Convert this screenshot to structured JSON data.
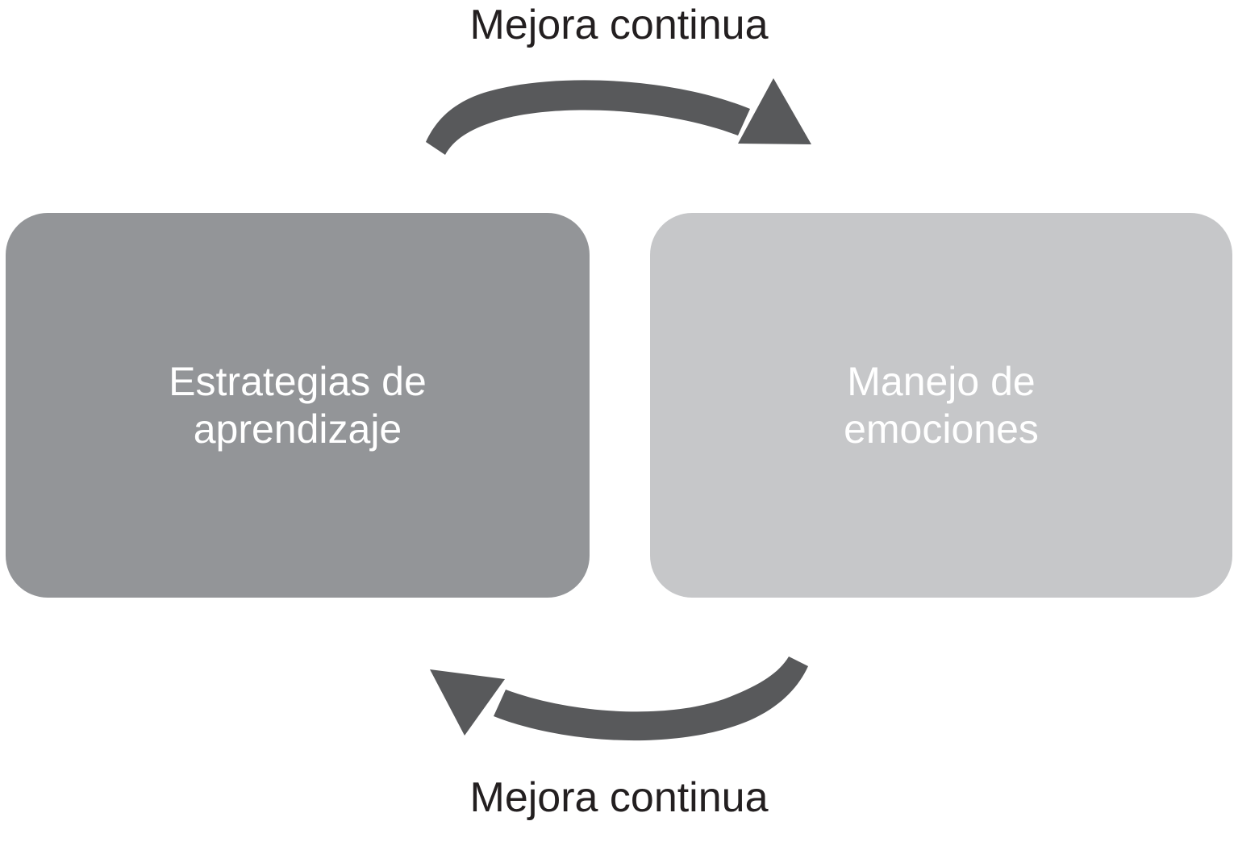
{
  "diagram": {
    "type": "cycle-diagram",
    "background_color": "#ffffff",
    "title_top": "Mejora continua",
    "title_bottom": "Mejora continua",
    "label_color": "#231f20",
    "arrow_color": "#58595b",
    "nodes": [
      {
        "id": "estrategias",
        "label": "Estrategias de\naprendizaje",
        "fill": "#939598",
        "text_color": "#ffffff",
        "position": "left"
      },
      {
        "id": "emociones",
        "label": "Manejo de\nemociones",
        "fill": "#c6c7c9",
        "text_color": "#ffffff",
        "position": "right"
      }
    ],
    "arrows": [
      {
        "id": "arrow-top",
        "label": "Mejora continua",
        "from": "estrategias",
        "to": "emociones",
        "direction": "left-to-right",
        "curve": "arc-over",
        "color": "#58595b"
      },
      {
        "id": "arrow-bottom",
        "label": "Mejora continua",
        "from": "emociones",
        "to": "estrategias",
        "direction": "right-to-left",
        "curve": "arc-under",
        "color": "#58595b"
      }
    ]
  }
}
